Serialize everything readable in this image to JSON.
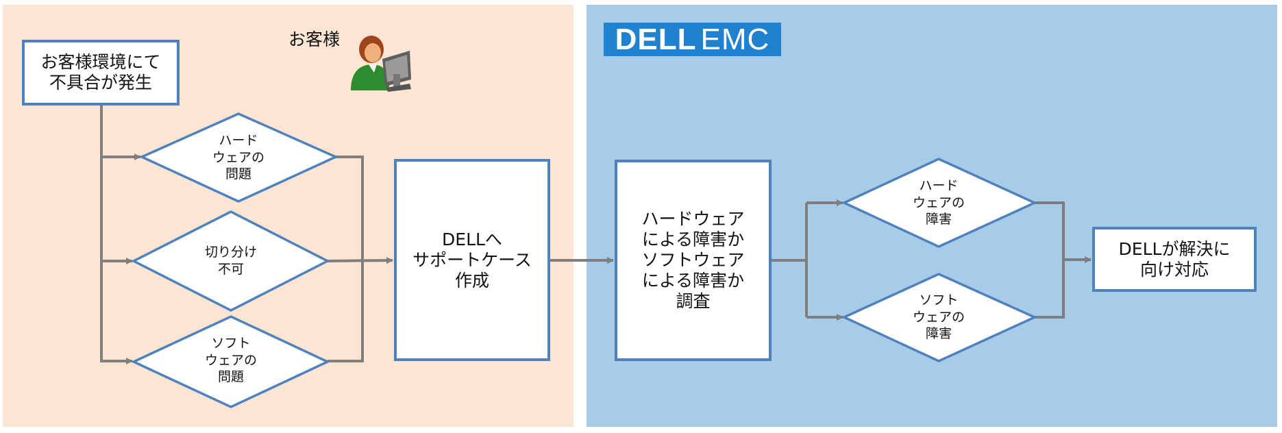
{
  "colors": {
    "customer_panel": "#fde5d4",
    "dell_panel": "#a6cce8",
    "shape_border": "#4f81bd",
    "connector": "#7f7f7f",
    "logo_bg": "#1f82d1"
  },
  "customer_section": {
    "label": "お客様",
    "icon": "customer-at-computer-icon"
  },
  "dell_section": {
    "logo": {
      "brand": "DELL",
      "suffix": "EMC",
      "icon": "dell-emc-logo"
    }
  },
  "nodes": {
    "start": {
      "type": "process",
      "text": "お客様環境にて\n不具合が発生"
    },
    "hw_problem": {
      "type": "decision",
      "text": "ハード\nウェアの\n問題"
    },
    "cannot_isolate": {
      "type": "decision",
      "text": "切り分け\n不可"
    },
    "sw_problem": {
      "type": "decision",
      "text": "ソフト\nウェアの\n問題"
    },
    "create_case": {
      "type": "process",
      "text": "DELLへ\nサポートケース\n作成"
    },
    "investigate": {
      "type": "process",
      "text": "ハードウェア\nによる障害か\nソフトウェア\nによる障害か\n調査"
    },
    "hw_failure": {
      "type": "decision",
      "text": "ハード\nウェアの\n障害"
    },
    "sw_failure": {
      "type": "decision",
      "text": "ソフト\nウェアの\n障害"
    },
    "resolve": {
      "type": "process",
      "text": "DELLが解決に\n向け対応"
    }
  },
  "edges": [
    [
      "start",
      "hw_problem"
    ],
    [
      "start",
      "cannot_isolate"
    ],
    [
      "start",
      "sw_problem"
    ],
    [
      "hw_problem",
      "create_case"
    ],
    [
      "cannot_isolate",
      "create_case"
    ],
    [
      "sw_problem",
      "create_case"
    ],
    [
      "create_case",
      "investigate"
    ],
    [
      "investigate",
      "hw_failure"
    ],
    [
      "investigate",
      "sw_failure"
    ],
    [
      "hw_failure",
      "resolve"
    ],
    [
      "sw_failure",
      "resolve"
    ]
  ]
}
